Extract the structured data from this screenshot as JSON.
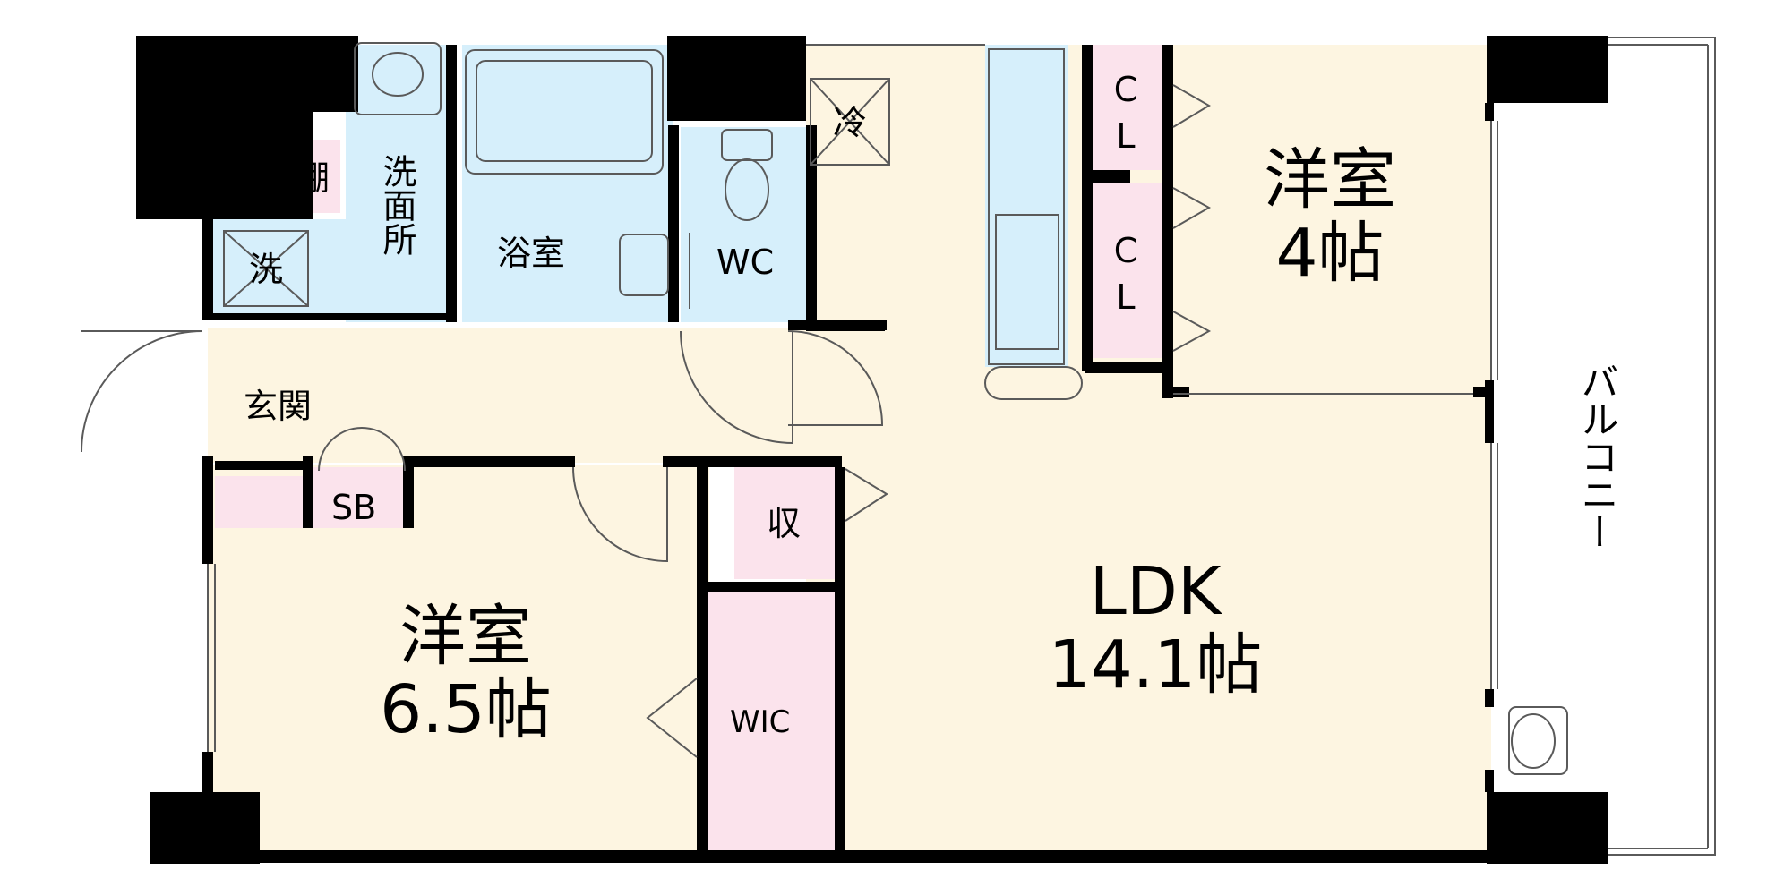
{
  "rooms": {
    "western_4": {
      "name": "洋室",
      "size": "4帖"
    },
    "western_65": {
      "name": "洋室",
      "size": "6.5帖"
    },
    "ldk": {
      "name": "LDK",
      "size": "14.1帖"
    },
    "bath": "浴室",
    "washroom": "洗面所",
    "wc": "WC",
    "entrance": "玄関",
    "shoe_box": "SB",
    "shelf": "棚",
    "storage": "収",
    "wic": "WIC",
    "closet_upper": "CL",
    "closet_lower": "CL",
    "fridge": "冷",
    "washer": "洗",
    "balcony": "バルコニー"
  },
  "colors": {
    "room_floor": "#fdf5e1",
    "wet_area": "#d6effb",
    "storage": "#fbe3ec",
    "wall": "#000000",
    "fixture_line": "#5a5a5a"
  }
}
